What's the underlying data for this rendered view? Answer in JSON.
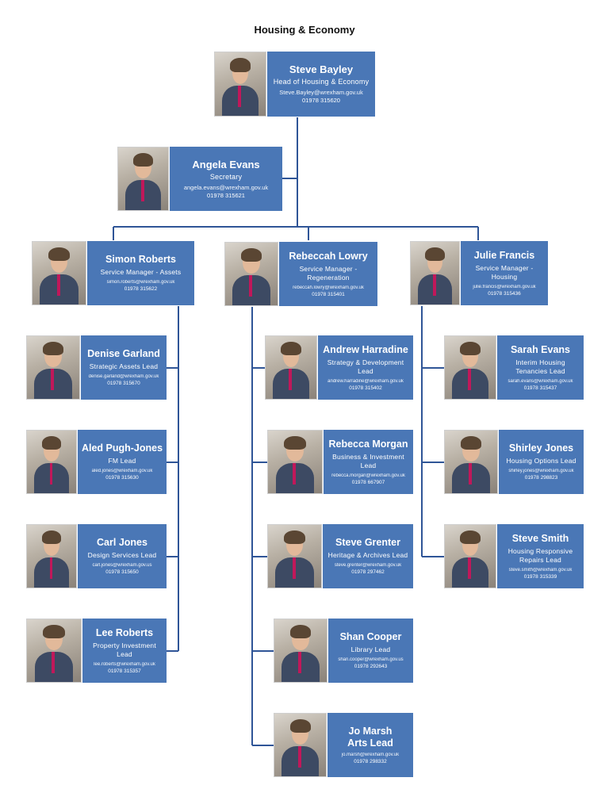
{
  "title": "Housing & Economy",
  "colors": {
    "box": "#4a77b6",
    "connector": "#2f5597"
  },
  "head": {
    "name": "Steve Bayley",
    "role": "Head of Housing & Economy",
    "email": "Steve.Bayley@wrexham.gov.uk",
    "phone": "01978 315620"
  },
  "secretary": {
    "name": "Angela Evans",
    "role": "Secretary",
    "email": "angela.evans@wrexham.gov.uk",
    "phone": "01978 315621"
  },
  "managers": [
    {
      "name": "Simon Roberts",
      "role": "Service Manager - Assets",
      "email": "simon.roberts@wrexham.gov.uk",
      "phone": "01978 315622"
    },
    {
      "name": "Rebeccah Lowry",
      "role": "Service Manager - Regeneration",
      "email": "rebeccah.lowry@wrexham.gov.uk",
      "phone": "01978 315401"
    },
    {
      "name": "Julie Francis",
      "role": "Service Manager - Housing",
      "email": "julie.francis@wrexham.gov.uk",
      "phone": "01978 315436"
    }
  ],
  "assets_team": [
    {
      "name": "Denise Garland",
      "role": "Strategic Assets Lead",
      "email": "denise.garland@wrexham.gov.uk",
      "phone": "01978 315670"
    },
    {
      "name": "Aled Pugh-Jones",
      "role": "FM Lead",
      "email": "aled.jones@wrexham.gov.uk",
      "phone": "01978 315630"
    },
    {
      "name": "Carl Jones",
      "role": "Design Services Lead",
      "email": "carl.jones@wrexham.gov.us",
      "phone": "01978 315650"
    },
    {
      "name": "Lee Roberts",
      "role": "Property Investment Lead",
      "email": "lee.roberts@wrexham.gov.uk",
      "phone": "01978 315357"
    }
  ],
  "regeneration_team": [
    {
      "name": "Andrew Harradine",
      "role": "Strategy & Development Lead",
      "email": "andrew.harradine@wrexham.gov.uk",
      "phone": "01978 315402"
    },
    {
      "name": "Rebecca Morgan",
      "role": "Business & Investment Lead",
      "email": "rebecca.morgan@wrexham.gov.uk",
      "phone": "01978 667907"
    },
    {
      "name": "Steve Grenter",
      "role": "Heritage & Archives Lead",
      "email": "steve.grenter@wrexham.gov.uk",
      "phone": "01978 297462"
    },
    {
      "name": "Shan Cooper",
      "role": "Library Lead",
      "email": "shan.cooper@wrexham.gov.us",
      "phone": "01978 292643"
    },
    {
      "name": "Jo Marsh",
      "role": "Arts Lead",
      "email": "jo.marsh@wrexham.gov.uk",
      "phone": "01978 298332"
    }
  ],
  "housing_team": [
    {
      "name": "Sarah Evans",
      "role": "Interim Housing Tenancies Lead",
      "email": "sarah.evans@wrexham.gov.uk",
      "phone": "01978 315437"
    },
    {
      "name": "Shirley Jones",
      "role": "Housing Options Lead",
      "email": "shirley.jones@wrexham.gov.uk",
      "phone": "01978 298823"
    },
    {
      "name": "Steve Smith",
      "role": "Housing Responsive Repairs Lead",
      "email": "steve.smith@wrexham.gov.uk",
      "phone": "01978 315339"
    }
  ]
}
